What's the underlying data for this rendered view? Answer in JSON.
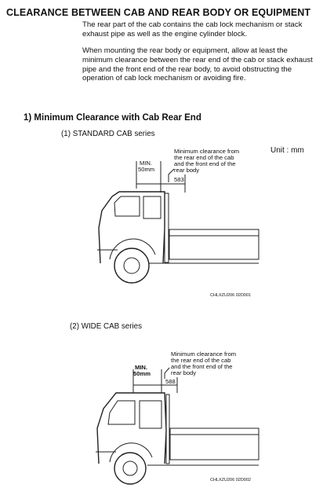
{
  "document": {
    "title": "CLEARANCE BETWEEN CAB AND REAR BODY OR EQUIPMENT",
    "paragraphs": [
      "The rear part of the cab contains the cab lock mechanism or stack exhaust pipe as well as the engine cylinder block.",
      "When mounting the rear body or equipment, allow at least the minimum clearance between the rear end of the cab or stack exhaust pipe and the front end of the rear body, to avoid obstructing the operation of cab lock mechanism or avoiding fire."
    ],
    "section_heading": "1) Minimum Clearance with Cab Rear End",
    "unit_label": "Unit : mm"
  },
  "figures": [
    {
      "caption": "(1) STANDARD CAB series",
      "note_lines": [
        "Minimum clearance from",
        "the rear end of the cab",
        "and the front end of the",
        "rear body"
      ],
      "min_label": "MIN.",
      "min_value": "50mm",
      "dimension_value": "583",
      "figure_code": "CHLXZU206 02D001"
    },
    {
      "caption": "(2) WIDE CAB series",
      "note_lines": [
        "Minimum clearance from",
        "the rear end of the cab",
        "and the front end of the",
        "rear body"
      ],
      "min_label": "MIN.",
      "min_value": "50mm",
      "dimension_value": "588",
      "figure_code": "CHLXZU206 02D002"
    }
  ]
}
